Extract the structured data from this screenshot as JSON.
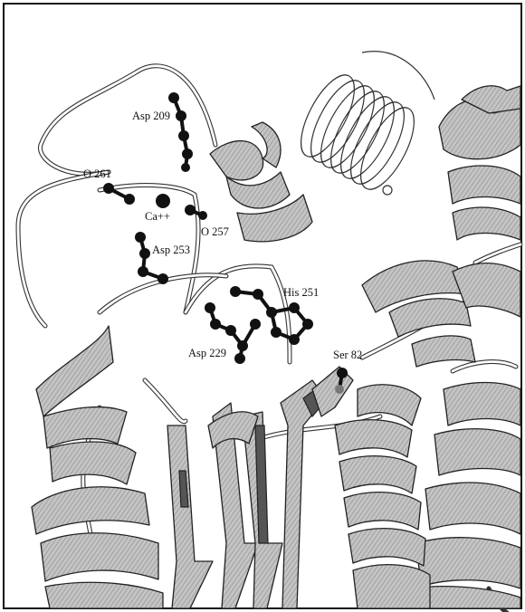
{
  "labels": {
    "asp209": "Asp 209",
    "o261": "O 261",
    "ca": "Ca++",
    "o257": "O 257",
    "asp253": "Asp 253",
    "his251": "His 251",
    "asp229": "Asp 229",
    "ser82": "Ser 82"
  },
  "colors": {
    "atom": "#111111",
    "ribbon_fill": "#bdbdbd",
    "coil": "#333333",
    "background": "#ffffff"
  }
}
